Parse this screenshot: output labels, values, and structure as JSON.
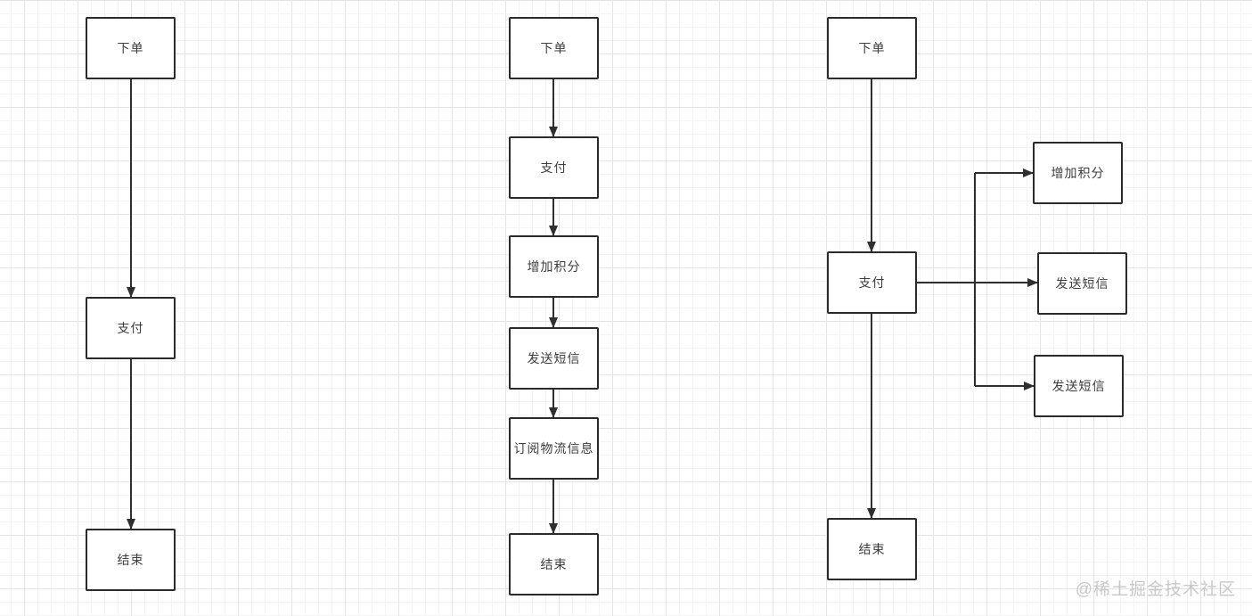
{
  "watermark": "@稀土掘金技术社区",
  "colors": {
    "line": "#2f2f2f",
    "box-border": "#2b2b2b",
    "box-fill": "#ffffff",
    "text": "#3d3d3d",
    "grid-minor": "#f3f3f3",
    "grid-major": "#e4e4e4",
    "watermark": "#c8c8c8",
    "background": "#ffffff"
  },
  "diagram": {
    "flows": [
      {
        "nodes": [
          {
            "label": "下单"
          },
          {
            "label": "支付"
          },
          {
            "label": "结束"
          }
        ],
        "edges": [
          {
            "from": "下单",
            "to": "支付"
          },
          {
            "from": "支付",
            "to": "结束"
          }
        ]
      },
      {
        "nodes": [
          {
            "label": "下单"
          },
          {
            "label": "支付"
          },
          {
            "label": "增加积分"
          },
          {
            "label": "发送短信"
          },
          {
            "label": "订阅物流信息"
          },
          {
            "label": "结束"
          }
        ],
        "edges": [
          {
            "from": "下单",
            "to": "支付"
          },
          {
            "from": "支付",
            "to": "增加积分"
          },
          {
            "from": "增加积分",
            "to": "发送短信"
          },
          {
            "from": "发送短信",
            "to": "订阅物流信息"
          },
          {
            "from": "订阅物流信息",
            "to": "结束"
          }
        ]
      },
      {
        "nodes": [
          {
            "label": "下单"
          },
          {
            "label": "支付"
          },
          {
            "label": "增加积分"
          },
          {
            "label": "发送短信"
          },
          {
            "label": "发送短信"
          },
          {
            "label": "结束"
          }
        ],
        "edges": [
          {
            "from": "下单",
            "to": "支付"
          },
          {
            "from": "支付",
            "to": "增加积分"
          },
          {
            "from": "支付",
            "to": "发送短信"
          },
          {
            "from": "支付",
            "to": "发送短信"
          },
          {
            "from": "支付",
            "to": "结束"
          }
        ]
      }
    ]
  }
}
